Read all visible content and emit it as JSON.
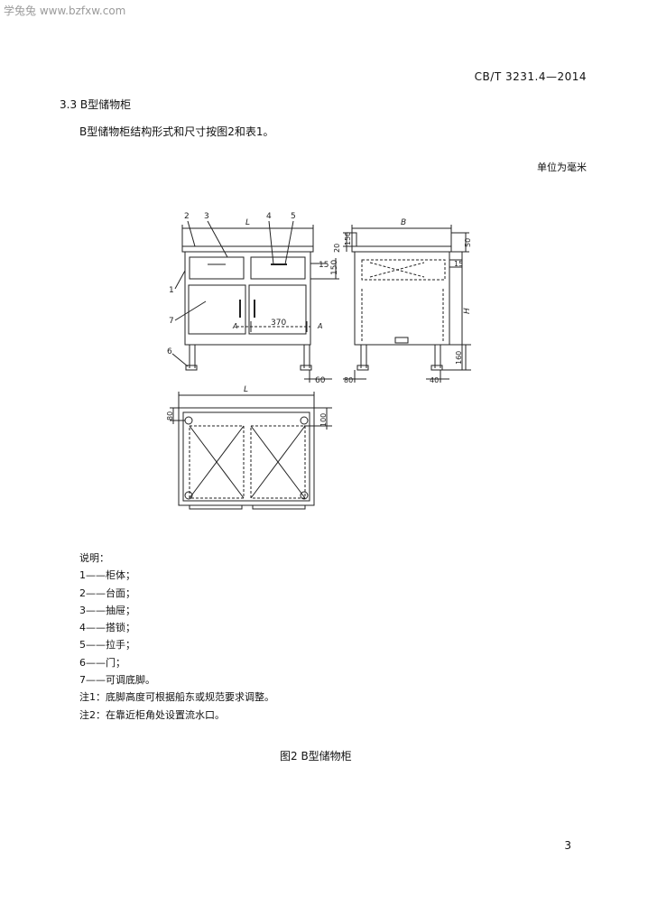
{
  "header": {
    "watermark": "学兔兔 www.bzfxw.com",
    "standard_no": "CB/T 3231.4—2014"
  },
  "section": {
    "heading": "3.3  B型储物柜",
    "intro": "B型储物柜结构形式和尺寸按图2和表1。",
    "unit_note": "单位为毫米"
  },
  "figure": {
    "caption": "图2  B型储物柜",
    "front_labels": {
      "callouts": [
        "1",
        "2",
        "3",
        "4",
        "5",
        "6",
        "7"
      ],
      "dim_L": "L",
      "dim_15": "15",
      "dim_150": "150",
      "dim_370": "370",
      "dim_60": "60",
      "section_A": "A"
    },
    "side_labels": {
      "dim_B": "B",
      "dim_50": "50",
      "dim_150": "150",
      "dim_20": "20",
      "dim_15": "15",
      "dim_H": "H",
      "dim_160": "160",
      "dim_80": "80",
      "dim_40": "40"
    },
    "top_labels": {
      "dim_L": "L",
      "dim_80": "80",
      "dim_100": "100"
    }
  },
  "notes": {
    "title": "说明：",
    "items": [
      "1——柜体；",
      "2——台面；",
      "3——抽屉；",
      "4——搭锁；",
      "5——拉手；",
      "6——门；",
      "7——可调底脚。"
    ],
    "remarks": [
      "注1：底脚高度可根据船东或规范要求调整。",
      "注2：在靠近柜角处设置流水口。"
    ]
  },
  "footer": {
    "page_number": "3"
  }
}
